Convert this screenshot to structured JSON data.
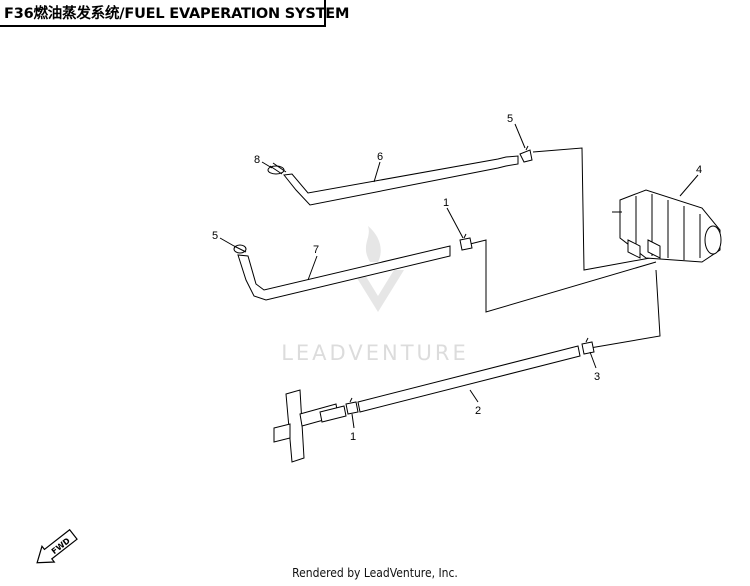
{
  "header": {
    "title": "F36燃油蒸发系统/FUEL EVAPERATION SYSTEM"
  },
  "watermark": {
    "text": "LEADVENTURE"
  },
  "callouts": [
    {
      "id": "c5a",
      "label": "5"
    },
    {
      "id": "c6",
      "label": "6"
    },
    {
      "id": "c8",
      "label": "8"
    },
    {
      "id": "c4",
      "label": "4"
    },
    {
      "id": "c1a",
      "label": "1"
    },
    {
      "id": "c5b",
      "label": "5"
    },
    {
      "id": "c7",
      "label": "7"
    },
    {
      "id": "c3",
      "label": "3"
    },
    {
      "id": "c2",
      "label": "2"
    },
    {
      "id": "c1b",
      "label": "1"
    }
  ],
  "fwd": {
    "text": "FWD"
  },
  "footer": {
    "text": "Rendered by LeadVenture, Inc."
  },
  "colors": {
    "line": "#000000",
    "watermark": "#d9d9d9"
  }
}
